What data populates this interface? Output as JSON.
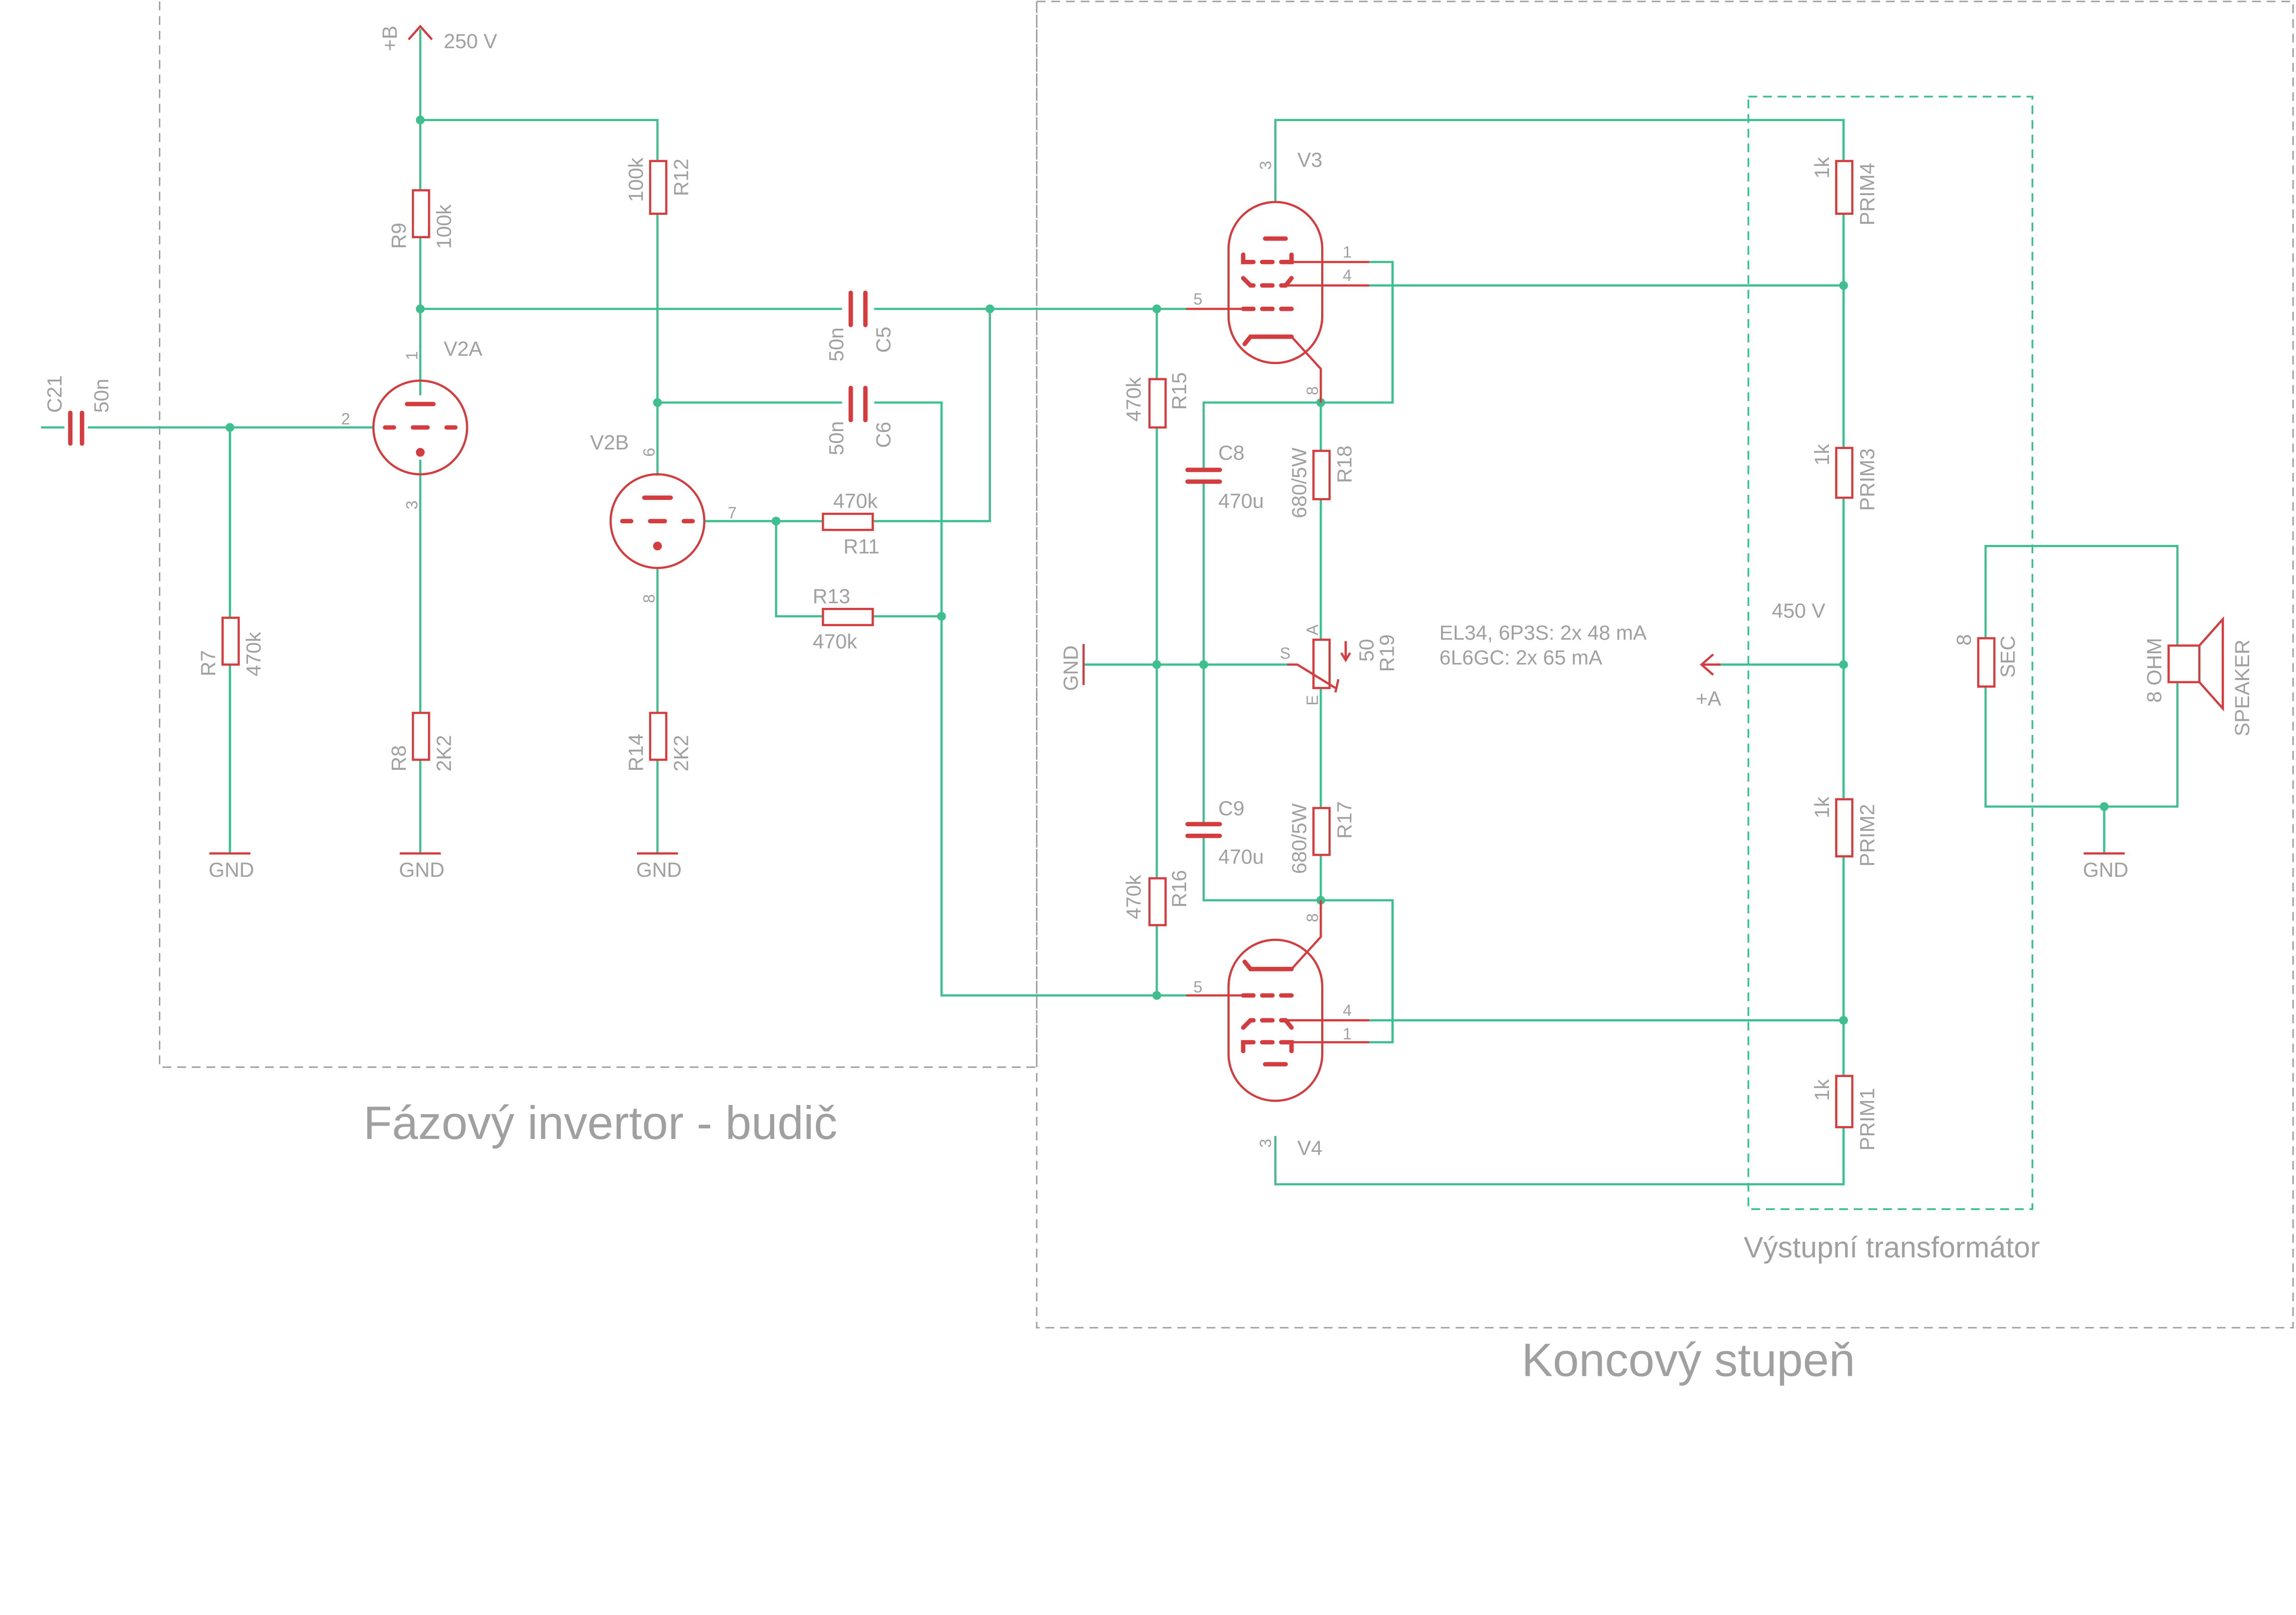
{
  "colors": {
    "wire": "#3fbf8f",
    "component": "#d33d3f",
    "text": "#a0a0a0"
  },
  "frames": {
    "driver_title": "Fázový invertor - budič",
    "output_title": "Koncový stupeň",
    "transformer_title": "Výstupní transformátor"
  },
  "supply": {
    "b_label": "+B",
    "b_voltage": "250 V",
    "a_label": "+A",
    "a_voltage": "450 V"
  },
  "components": {
    "C21": {
      "name": "C21",
      "value": "50n"
    },
    "R7": {
      "name": "R7",
      "value": "470k"
    },
    "R9": {
      "name": "R9",
      "value": "100k"
    },
    "R8": {
      "name": "R8",
      "value": "2K2"
    },
    "V2A": {
      "name": "V2A",
      "pins": [
        "1",
        "2",
        "3"
      ]
    },
    "R12": {
      "name": "R12",
      "value": "100k"
    },
    "V2B": {
      "name": "V2B",
      "pins": [
        "6",
        "7",
        "8"
      ]
    },
    "R14": {
      "name": "R14",
      "value": "2K2"
    },
    "C5": {
      "name": "C5",
      "value": "50n"
    },
    "C6": {
      "name": "C6",
      "value": "50n"
    },
    "R11": {
      "name": "R11",
      "value": "470k"
    },
    "R13": {
      "name": "R13",
      "value": "470k"
    },
    "R15": {
      "name": "R15",
      "value": "470k"
    },
    "R16": {
      "name": "R16",
      "value": "470k"
    },
    "C8": {
      "name": "C8",
      "value": "470u"
    },
    "C9": {
      "name": "C9",
      "value": "470u"
    },
    "R18": {
      "name": "R18",
      "value": "680/5W"
    },
    "R17": {
      "name": "R17",
      "value": "680/5W"
    },
    "R19": {
      "name": "R19",
      "value": "50",
      "pins": [
        "A",
        "S",
        "E"
      ]
    },
    "V3": {
      "name": "V3",
      "pins": [
        "3",
        "1",
        "4",
        "5",
        "8"
      ]
    },
    "V4": {
      "name": "V4",
      "pins": [
        "8",
        "5",
        "4",
        "1",
        "3"
      ]
    },
    "PRIM4": {
      "name": "PRIM4",
      "value": "1k"
    },
    "PRIM3": {
      "name": "PRIM3",
      "value": "1k"
    },
    "PRIM2": {
      "name": "PRIM2",
      "value": "1k"
    },
    "PRIM1": {
      "name": "PRIM1",
      "value": "1k"
    },
    "SEC": {
      "name": "SEC",
      "value": "8"
    },
    "SPEAKER": {
      "name": "SPEAKER",
      "value": "8 OHM"
    }
  },
  "gnd": "GND",
  "note": {
    "line1": "EL34, 6P3S: 2x 48 mA",
    "line2": "6L6GC: 2x 65 mA"
  }
}
